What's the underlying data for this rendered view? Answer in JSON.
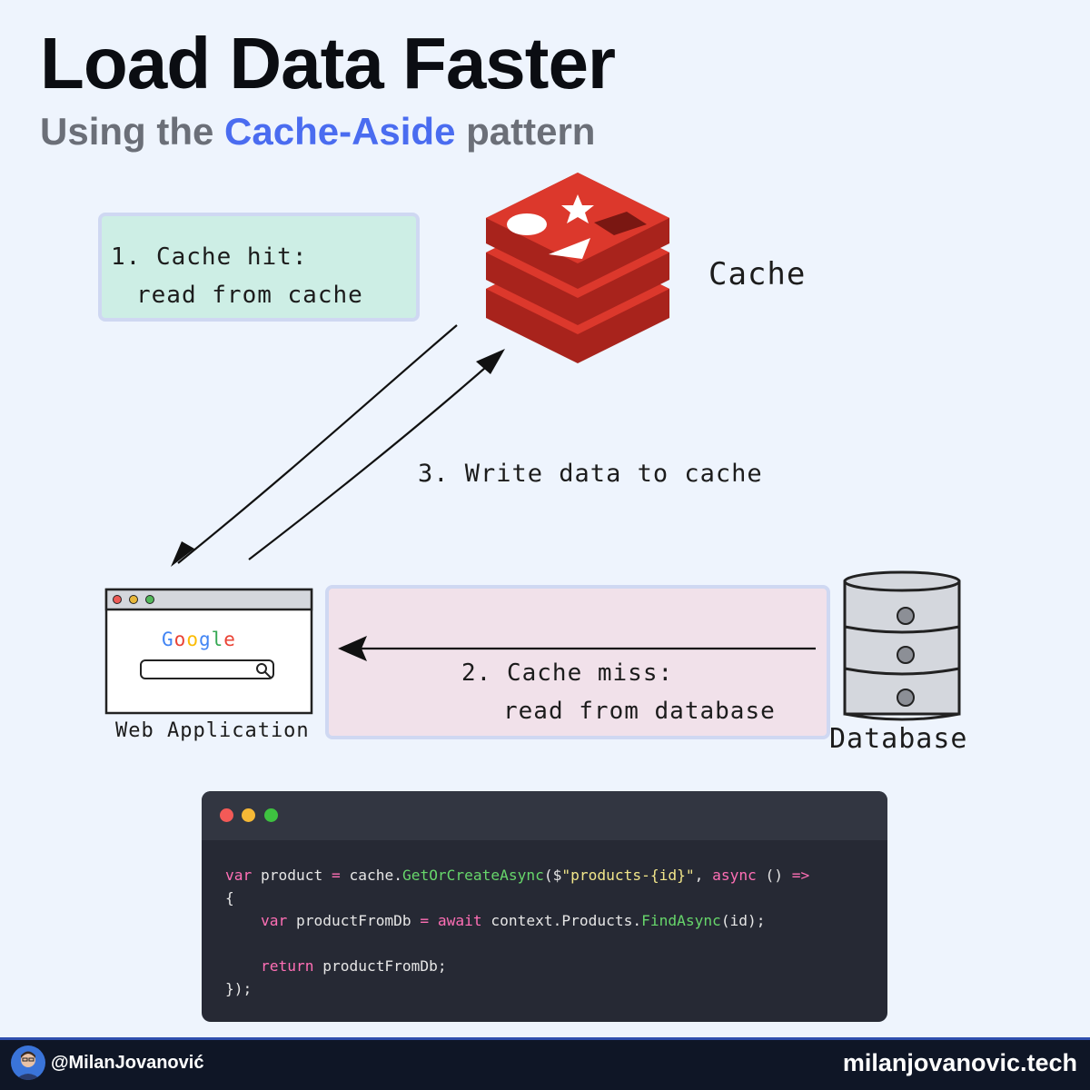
{
  "header": {
    "title": "Load Data Faster",
    "subtitle_prefix": "Using the ",
    "subtitle_highlight": "Cache-Aside",
    "subtitle_suffix": " pattern"
  },
  "diagram": {
    "nodes": {
      "cache": "Cache",
      "web_app": "Web Application",
      "database": "Database"
    },
    "browser_search_logo": "Google",
    "steps": {
      "hit": [
        "1. Cache hit:",
        "read from cache"
      ],
      "miss": [
        "2. Cache miss:",
        "read from database"
      ],
      "write": "3. Write data to cache"
    }
  },
  "code": {
    "lines": [
      "var product = cache.GetOrCreateAsync($\"products-{id}\", async () =>",
      "{",
      "    var productFromDb = await context.Products.FindAsync(id);",
      "",
      "    return productFromDb;",
      "});"
    ]
  },
  "footer": {
    "handle": "@MilanJovanović",
    "site": "milanjovanovic.tech"
  },
  "colors": {
    "accent": "#4a6cf0",
    "background": "#eef4fd",
    "redis_red": "#dc382c",
    "cache_hit_note": "#cdeee5",
    "cache_miss_note": "#f1e1ea",
    "code_bg": "#262934",
    "footer_bg": "#0f1626"
  }
}
